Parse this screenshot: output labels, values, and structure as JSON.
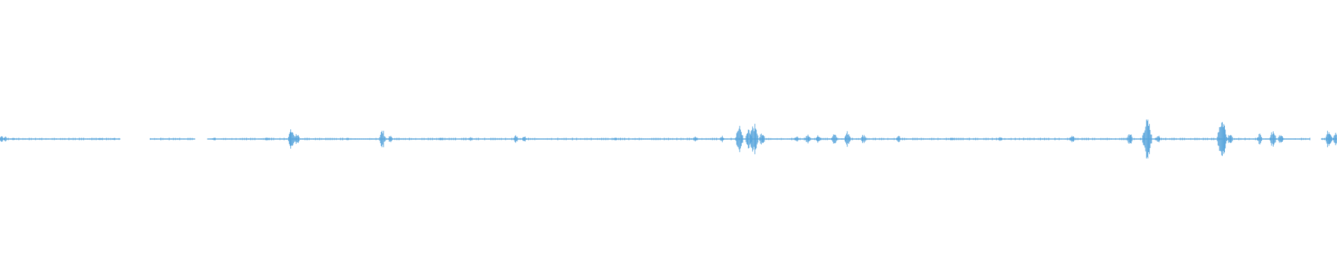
{
  "waveform": {
    "color": "#5aa6dc",
    "background": "#ffffff",
    "peaks": [
      {
        "t": 0.0,
        "a": 0.06
      },
      {
        "t": 0.004,
        "a": 0.04
      },
      {
        "t": 0.01,
        "a": 0.02
      },
      {
        "t": 0.03,
        "a": 0.01
      },
      {
        "t": 0.075,
        "a": 0.02
      },
      {
        "t": 0.085,
        "a": 0.02
      },
      {
        "t": 0.16,
        "a": 0.02
      },
      {
        "t": 0.2,
        "a": 0.03
      },
      {
        "t": 0.218,
        "a": 0.15
      },
      {
        "t": 0.222,
        "a": 0.09
      },
      {
        "t": 0.26,
        "a": 0.02
      },
      {
        "t": 0.286,
        "a": 0.14
      },
      {
        "t": 0.292,
        "a": 0.05
      },
      {
        "t": 0.33,
        "a": 0.03
      },
      {
        "t": 0.352,
        "a": 0.03
      },
      {
        "t": 0.386,
        "a": 0.06
      },
      {
        "t": 0.392,
        "a": 0.05
      },
      {
        "t": 0.46,
        "a": 0.03
      },
      {
        "t": 0.52,
        "a": 0.04
      },
      {
        "t": 0.54,
        "a": 0.05
      },
      {
        "t": 0.553,
        "a": 0.2
      },
      {
        "t": 0.56,
        "a": 0.14
      },
      {
        "t": 0.564,
        "a": 0.23
      },
      {
        "t": 0.57,
        "a": 0.1
      },
      {
        "t": 0.596,
        "a": 0.05
      },
      {
        "t": 0.604,
        "a": 0.08
      },
      {
        "t": 0.612,
        "a": 0.06
      },
      {
        "t": 0.624,
        "a": 0.1
      },
      {
        "t": 0.634,
        "a": 0.12
      },
      {
        "t": 0.646,
        "a": 0.08
      },
      {
        "t": 0.672,
        "a": 0.05
      },
      {
        "t": 0.712,
        "a": 0.03
      },
      {
        "t": 0.748,
        "a": 0.04
      },
      {
        "t": 0.802,
        "a": 0.06
      },
      {
        "t": 0.845,
        "a": 0.1
      },
      {
        "t": 0.858,
        "a": 0.3
      },
      {
        "t": 0.866,
        "a": 0.06
      },
      {
        "t": 0.914,
        "a": 0.32
      },
      {
        "t": 0.92,
        "a": 0.1
      },
      {
        "t": 0.942,
        "a": 0.08
      },
      {
        "t": 0.952,
        "a": 0.14
      },
      {
        "t": 0.958,
        "a": 0.09
      },
      {
        "t": 0.994,
        "a": 0.15
      },
      {
        "t": 1.0,
        "a": 0.1
      }
    ],
    "silent_ranges": [
      [
        0.09,
        0.112
      ],
      [
        0.146,
        0.155
      ],
      [
        0.98,
        0.988
      ]
    ]
  }
}
